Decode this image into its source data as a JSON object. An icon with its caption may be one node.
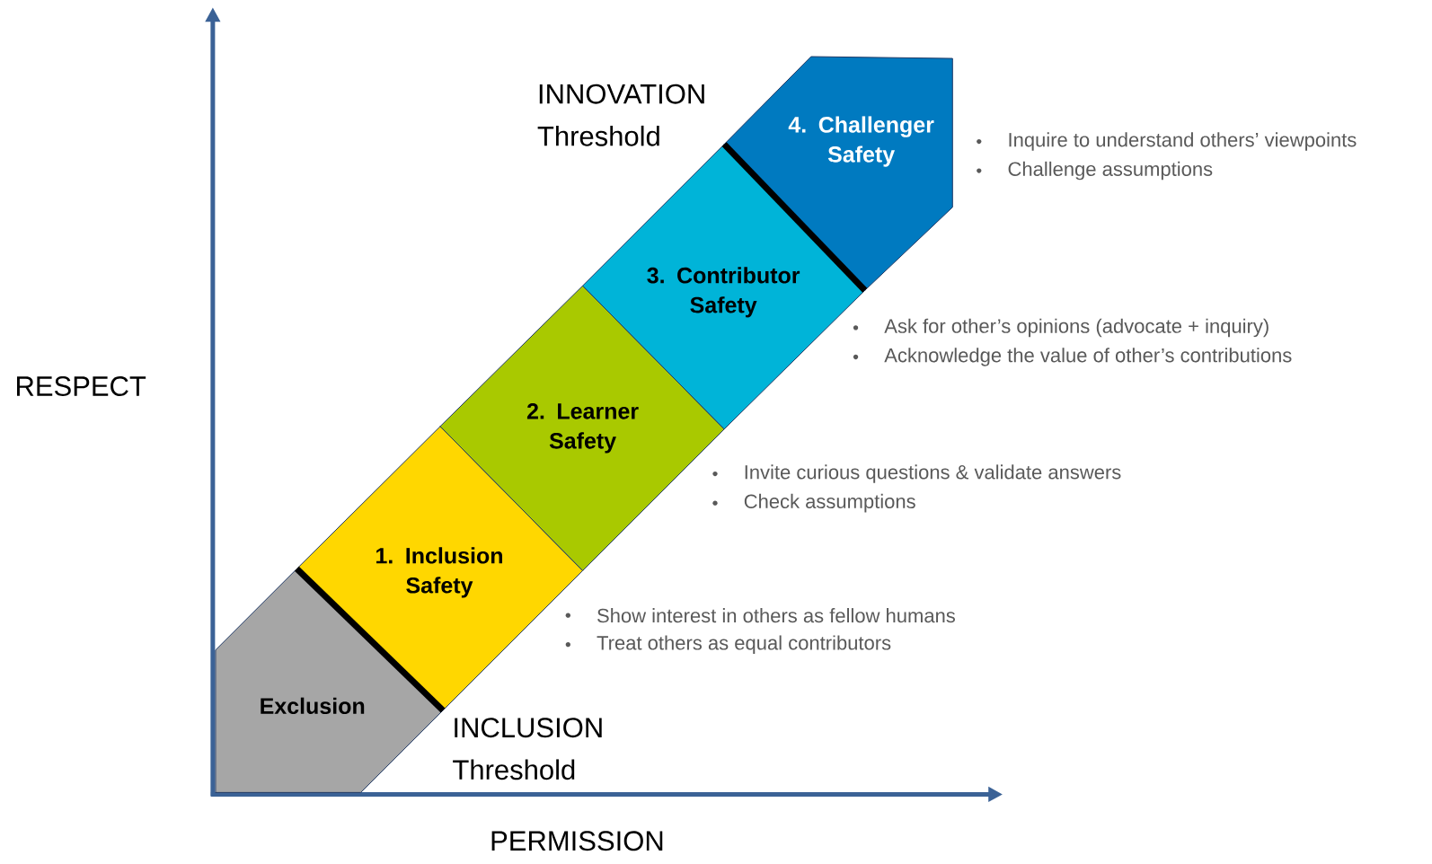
{
  "diagram": {
    "nodes": [
      {
        "text": [
          "Exclusion"
        ]
      },
      {
        "text": [
          "1. Inclusion Safety"
        ],
        "beside": [
          "Show interest in others as fellow humans",
          "Treat others as equal contributors"
        ]
      },
      {
        "text": [
          "2. Learner Safety"
        ],
        "beside": [
          "Invite curious questions & validate answers",
          "Check assumptions"
        ]
      },
      {
        "text": [
          "3. Contributor Safety"
        ],
        "beside": [
          "Ask for other’s opinions (advocate + inquiry)",
          "Acknowledge the value of other’s contributions"
        ]
      },
      {
        "text": [
          "4. Challenger Safety"
        ],
        "beside": [
          "Inquire to understand others’ viewpoints",
          "Challenge assumptions"
        ]
      }
    ],
    "labels": [
      "INNOVATION Threshold",
      "RESPECT",
      "INCLUSION Threshold",
      "PERMISSION"
    ]
  }
}
